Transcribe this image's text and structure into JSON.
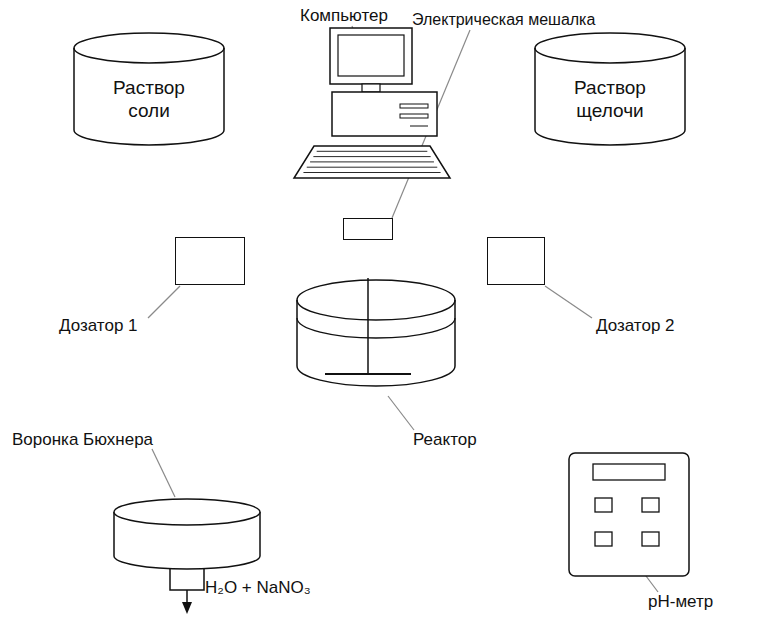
{
  "diagram": {
    "nodes": [
      {
        "text": [
          "Компьютер"
        ]
      },
      {
        "text": [
          "Раствор соли"
        ]
      },
      {
        "text": [
          "Электрическая мешалка"
        ]
      },
      {
        "text": [
          "Раствор щелочи"
        ]
      },
      {
        "text": [
          "Дозатор 1"
        ]
      },
      {
        "text": [
          "Реактор"
        ]
      },
      {
        "text": [
          "Дозатор 2"
        ]
      },
      {
        "text": [
          "Воронка Бюхнера"
        ]
      },
      {
        "text": [
          "pH-метр"
        ]
      }
    ],
    "edges": [
      {
        "from": 1,
        "to": 4,
        "arrow": "to"
      },
      {
        "from": 3,
        "to": 6,
        "arrow": "to"
      },
      {
        "from": 0,
        "to": 4,
        "arrow": "to"
      },
      {
        "from": 0,
        "to": 6,
        "arrow": "to"
      },
      {
        "from": 4,
        "to": 5,
        "arrow": "to"
      },
      {
        "from": 6,
        "to": 5,
        "arrow": "to"
      },
      {
        "from": 5,
        "to": 7,
        "arrow": "to"
      },
      {
        "from": 5,
        "to": 8,
        "arrow": "to"
      },
      {
        "from": 8,
        "to": 0,
        "arrow": "to"
      },
      {
        "from": 2,
        "to": 5,
        "arrow": "none"
      }
    ],
    "labels": [
      "H₂O + NaNO₃"
    ]
  }
}
